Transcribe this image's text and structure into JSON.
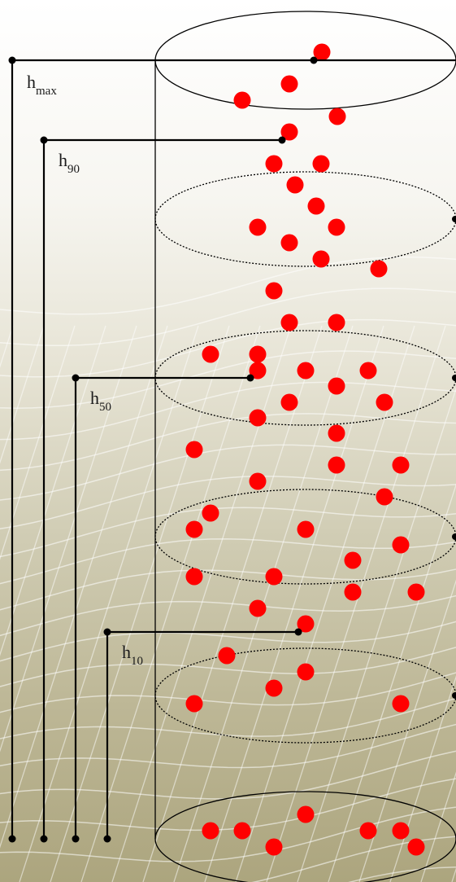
{
  "labels": {
    "hmax": {
      "base": "h",
      "sub": "max"
    },
    "h90": {
      "base": "h",
      "sub": "90"
    },
    "h50": {
      "base": "h",
      "sub": "50"
    },
    "h10": {
      "base": "h",
      "sub": "10"
    }
  },
  "colors": {
    "particle": "#ff0000",
    "line": "#000000",
    "grid": "#ffffff"
  }
}
